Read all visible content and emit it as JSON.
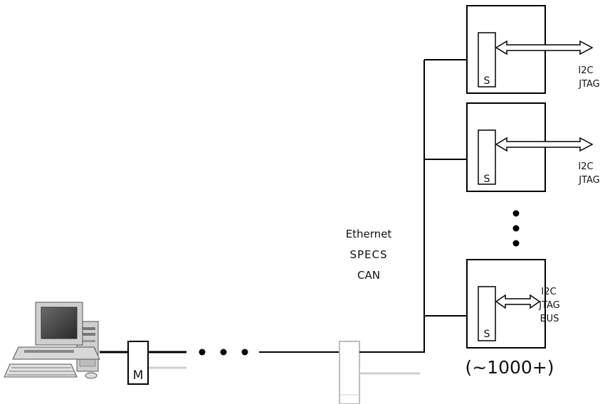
{
  "diagram": {
    "network_labels": [
      "Ethernet",
      "SPECS",
      "CAN"
    ],
    "master_label": "M",
    "slaves": [
      {
        "slave_label": "S",
        "bus_labels": [
          "I2C",
          "JTAG"
        ]
      },
      {
        "slave_label": "S",
        "bus_labels": [
          "I2C",
          "JTAG"
        ]
      },
      {
        "slave_label": "S",
        "bus_labels": [
          "I2C",
          "JTAG",
          "BUS"
        ]
      }
    ],
    "slave_count_label": "(~1000+)"
  }
}
